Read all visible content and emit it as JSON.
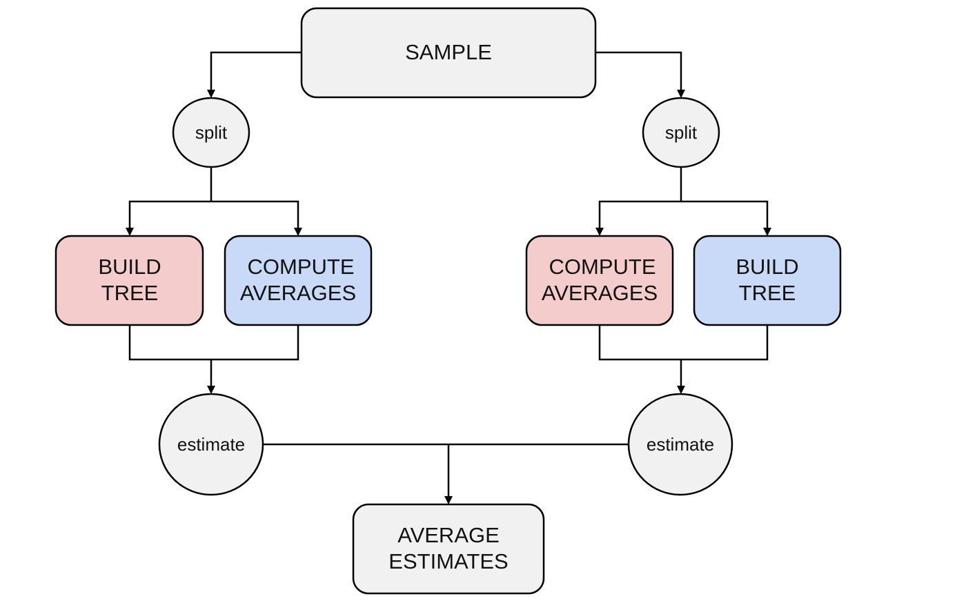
{
  "colors": {
    "neutral_fill": "#f1f1f1",
    "pink_fill": "#f4cccc",
    "blue_fill": "#c9daf8",
    "stroke": "#000000"
  },
  "sample": {
    "label": "SAMPLE"
  },
  "left_branch": {
    "split_label": "split",
    "box_a": {
      "line1": "BUILD",
      "line2": "TREE"
    },
    "box_b": {
      "line1": "COMPUTE",
      "line2": "AVERAGES"
    },
    "estimate_label": "estimate"
  },
  "right_branch": {
    "split_label": "split",
    "box_a": {
      "line1": "COMPUTE",
      "line2": "AVERAGES"
    },
    "box_b": {
      "line1": "BUILD",
      "line2": "TREE"
    },
    "estimate_label": "estimate"
  },
  "result": {
    "line1": "AVERAGE",
    "line2": "ESTIMATES"
  }
}
